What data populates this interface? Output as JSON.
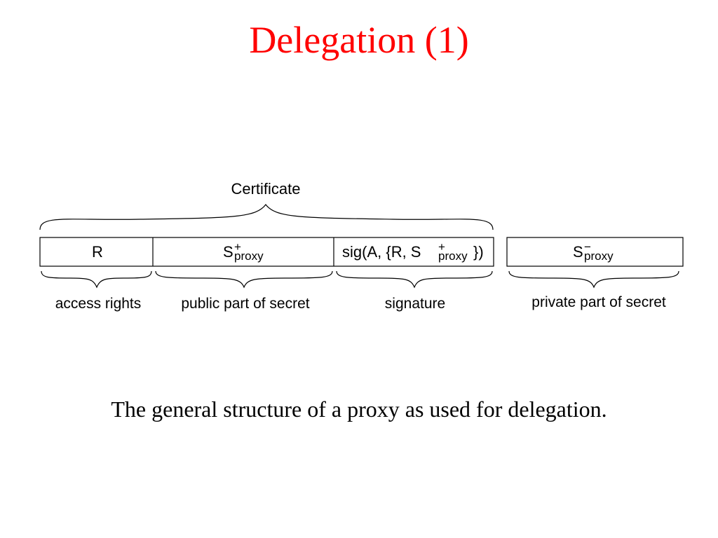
{
  "slide": {
    "title": "Delegation (1)",
    "caption": "The general structure of a proxy as used for delegation."
  },
  "diagram": {
    "certificate_label": "Certificate",
    "fields": [
      {
        "main": "R"
      },
      {
        "main": "S",
        "sup": "+",
        "sub": "proxy"
      },
      {
        "prefix": "sig(A, {R, S",
        "sup": "+",
        "sub": "proxy",
        "suffix": "})"
      },
      {
        "main": "S",
        "sup": "−",
        "sub": "proxy"
      }
    ],
    "labels": {
      "access_rights": "access rights",
      "public_part": "public part of secret",
      "signature": "signature",
      "private_part": "private part of secret"
    }
  },
  "colors": {
    "title": "#ff0000",
    "text": "#000000",
    "background": "#ffffff"
  }
}
